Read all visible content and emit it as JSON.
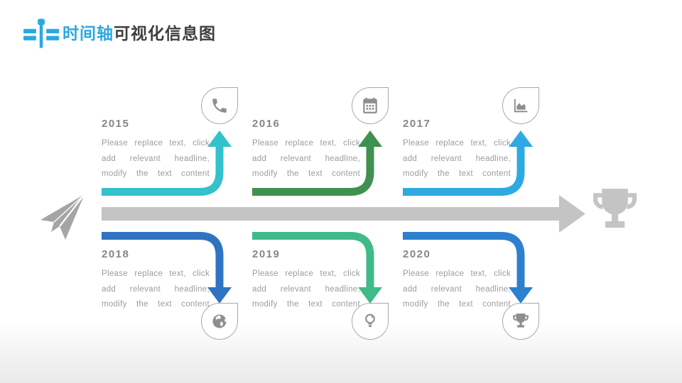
{
  "slide": {
    "title": {
      "highlight": "时间轴",
      "rest": "可视化信息图"
    }
  },
  "colors": {
    "accent": "#29A9E0",
    "title_rest": "#3E3E3E",
    "year_text": "#878787",
    "body_text": "#9C9C9C",
    "icon_gray": "#8E8E8E",
    "droplet_border": "#A8A8A8",
    "timeline_bar": "#C4C4C4",
    "plane": "#A5A5A5",
    "trophy": "#C4C4C4",
    "bg_bottom": "#E9E9E9"
  },
  "timeline": {
    "top": [
      {
        "year": "2015",
        "icon": "phone",
        "color": "#33C1CC",
        "body_lines": [
          "Please replace text, click",
          "add relevant headline,",
          "modify the text content"
        ]
      },
      {
        "year": "2016",
        "icon": "calendar",
        "color": "#40904F",
        "body_lines": [
          "Please replace text, click",
          "add relevant headline,",
          "modify the text content"
        ]
      },
      {
        "year": "2017",
        "icon": "area-chart",
        "color": "#2FA9E1",
        "body_lines": [
          "Please replace text, click",
          "add relevant headline,",
          "modify the text content"
        ]
      }
    ],
    "bottom": [
      {
        "year": "2018",
        "icon": "globe",
        "color": "#2E74C0",
        "body_lines": [
          "Please replace text, click",
          "add relevant headline,",
          "modify the text content"
        ]
      },
      {
        "year": "2019",
        "icon": "lightbulb",
        "color": "#3FBA88",
        "body_lines": [
          "Please replace text, click",
          "add relevant headline,",
          "modify the text content"
        ]
      },
      {
        "year": "2020",
        "icon": "trophy",
        "color": "#2C80CF",
        "body_lines": [
          "Please replace text, click",
          "add relevant headline,",
          "modify the text content"
        ]
      }
    ]
  }
}
